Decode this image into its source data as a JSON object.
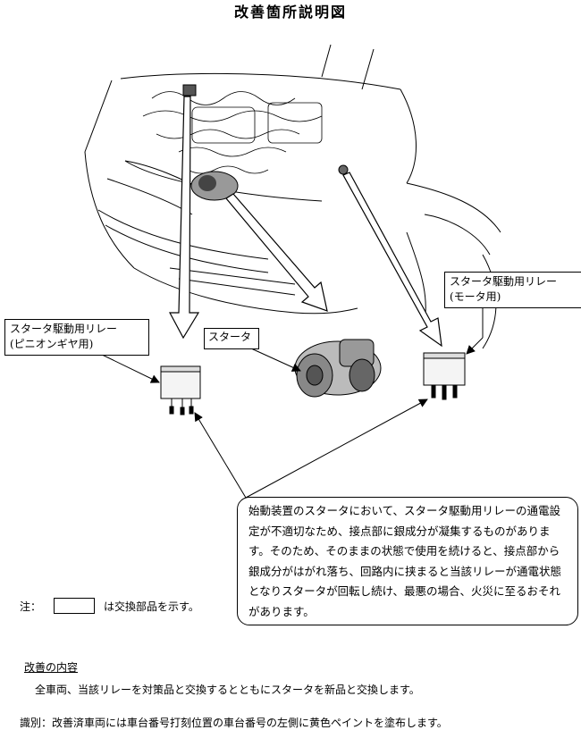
{
  "title": "改善箇所説明図",
  "labels": {
    "pinion_relay": [
      "スタータ駆動用リレー",
      "(ピニオンギヤ用)"
    ],
    "starter": "スタータ",
    "motor_relay": [
      "スタータ駆動用リレー",
      "(モータ用)"
    ]
  },
  "explanation": "始動装置のスタータにおいて、スタータ駆動用リレーの通電設定が不適切なため、接点部に銀成分が凝集するものがあります。そのため、そのままの状態で使用を続けると、接点部から銀成分がはがれ落ち、回路内に挟まると当該リレーが通電状態となりスタータが回転し続け、最悪の場合、火災に至るおそれがあります。",
  "note": {
    "prefix": "注：",
    "suffix": "は交換部品を示す。"
  },
  "improvement": {
    "heading": "改善の内容",
    "body": "全車両、当該リレーを対策品と交換するとともにスタータを新品と交換します。"
  },
  "identification": "識別：改善済車両には車台番号打刻位置の車台番号の左側に黄色ペイントを塗布します。"
}
